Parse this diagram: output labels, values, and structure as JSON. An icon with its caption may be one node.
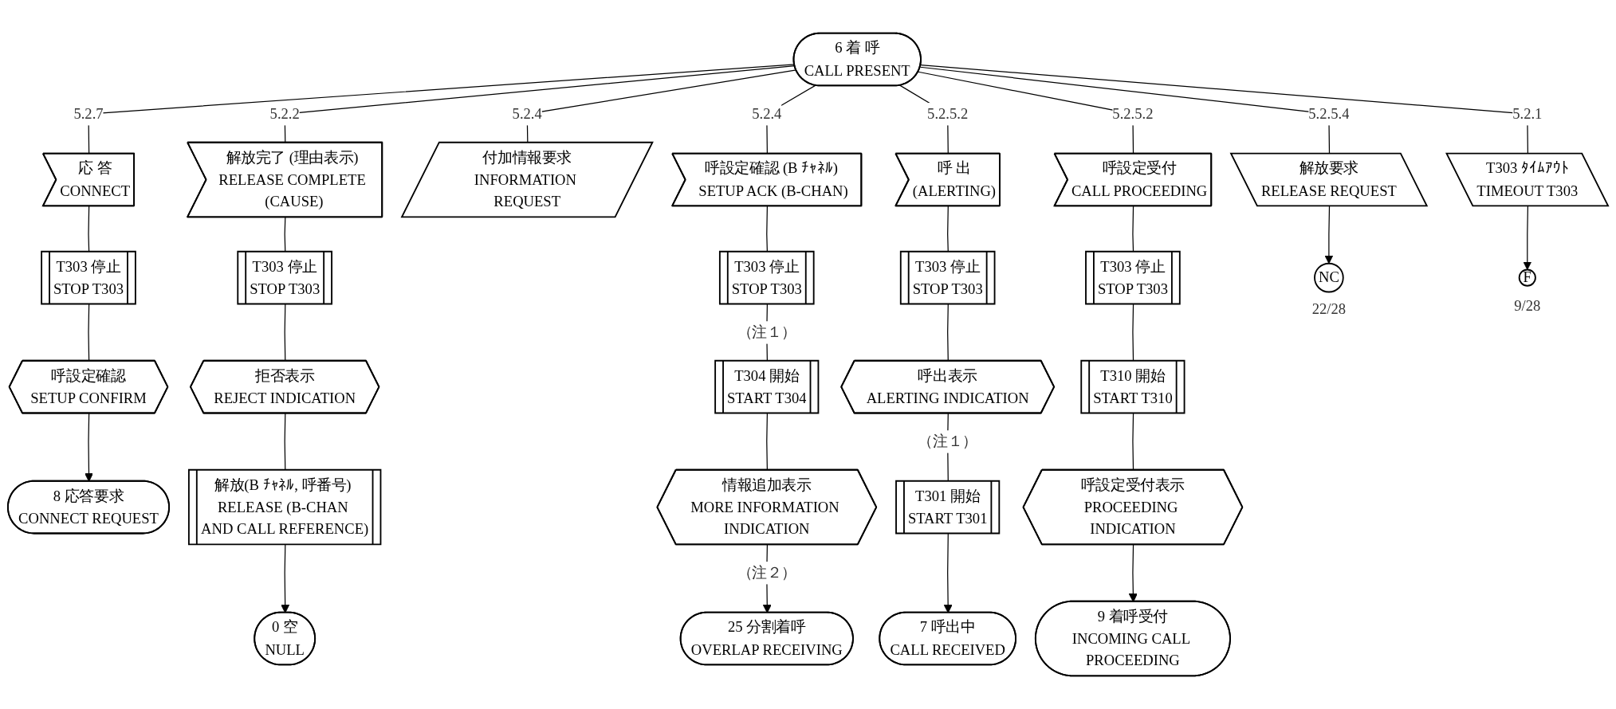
{
  "diagram": {
    "nodes": [
      {
        "text": [
          "6 着 呼",
          "CALL PRESENT"
        ]
      },
      {
        "text": [
          "応 答",
          "CONNECT"
        ]
      },
      {
        "text": [
          "T303 停止",
          "STOP T303"
        ]
      },
      {
        "text": [
          "呼設定確認",
          "SETUP CONFIRM"
        ]
      },
      {
        "text": [
          "8 応答要求",
          "CONNECT REQUEST"
        ]
      },
      {
        "text": [
          "解放完了 (理由表示) RELEASE COMPLETE (CAUSE)"
        ]
      },
      {
        "text": [
          "T303 停止",
          "STOP T303"
        ]
      },
      {
        "text": [
          "拒否表示",
          "REJECT INDICATION"
        ]
      },
      {
        "text": [
          "解放(B ﾁｬﾈﾙ, 呼番号) RELEASE (B-CHAN AND CALL REFERENCE)"
        ]
      },
      {
        "text": [
          "0 空",
          "NULL"
        ]
      },
      {
        "text": [
          "付加情報要求",
          "INFORMATION REQUEST"
        ]
      },
      {
        "text": [
          "呼設定確認 (B ﾁｬﾈﾙ) SETUP ACK (B-CHAN)"
        ]
      },
      {
        "text": [
          "T303 停止",
          "STOP T303"
        ]
      },
      {
        "text": [
          "T304 開始",
          "START T304"
        ]
      },
      {
        "text": [
          "情報追加表示",
          "MORE INFORMATION INDICATION"
        ]
      },
      {
        "text": [
          "25 分割着呼",
          "OVERLAP RECEIVING"
        ]
      },
      {
        "text": [
          "呼 出",
          "(ALERTING)"
        ]
      },
      {
        "text": [
          "T303 停止",
          "STOP T303"
        ]
      },
      {
        "text": [
          "呼出表示",
          "ALERTING INDICATION"
        ]
      },
      {
        "text": [
          "T301 開始",
          "START T301"
        ]
      },
      {
        "text": [
          "7 呼出中",
          "CALL RECEIVED"
        ]
      },
      {
        "text": [
          "呼設定受付",
          "CALL PROCEEDING"
        ]
      },
      {
        "text": [
          "T303 停止",
          "STOP T303"
        ]
      },
      {
        "text": [
          "T310 開始",
          "START T310"
        ]
      },
      {
        "text": [
          "呼設定受付表示",
          "PROCEEDING INDICATION"
        ]
      },
      {
        "text": [
          "9 着呼受付",
          "INCOMING CALL PROCEEDING"
        ]
      },
      {
        "text": [
          "解放要求",
          "RELEASE REQUEST"
        ]
      },
      {
        "text": [
          "NC"
        ],
        "beside": [
          "22/28"
        ]
      },
      {
        "text": [
          "T303 ﾀｲﾑｱｳﾄ",
          "TIMEOUT T303"
        ]
      },
      {
        "text": [
          "F"
        ],
        "beside": [
          "9/28"
        ]
      }
    ],
    "edges": [
      {
        "from": 0,
        "to": 1,
        "arrow": "none",
        "label": "5.2.7"
      },
      {
        "from": 1,
        "to": 2,
        "arrow": "none"
      },
      {
        "from": 2,
        "to": 3,
        "arrow": "none"
      },
      {
        "from": 3,
        "to": 4,
        "arrow": "to"
      },
      {
        "from": 0,
        "to": 5,
        "arrow": "none",
        "label": "5.2.2"
      },
      {
        "from": 5,
        "to": 6,
        "arrow": "none"
      },
      {
        "from": 6,
        "to": 7,
        "arrow": "none"
      },
      {
        "from": 7,
        "to": 8,
        "arrow": "none"
      },
      {
        "from": 8,
        "to": 9,
        "arrow": "to"
      },
      {
        "from": 0,
        "to": 10,
        "arrow": "none",
        "label": "5.2.4"
      },
      {
        "from": 0,
        "to": 11,
        "arrow": "none",
        "label": "5.2.4"
      },
      {
        "from": 11,
        "to": 12,
        "arrow": "none"
      },
      {
        "from": 12,
        "to": 13,
        "arrow": "none",
        "label": "（注１）"
      },
      {
        "from": 13,
        "to": 14,
        "arrow": "none"
      },
      {
        "from": 14,
        "to": 15,
        "arrow": "to",
        "label": "（注２）"
      },
      {
        "from": 0,
        "to": 16,
        "arrow": "none",
        "label": "5.2.5.2"
      },
      {
        "from": 16,
        "to": 17,
        "arrow": "none"
      },
      {
        "from": 17,
        "to": 18,
        "arrow": "none"
      },
      {
        "from": 18,
        "to": 19,
        "arrow": "none",
        "label": "（注１）"
      },
      {
        "from": 19,
        "to": 20,
        "arrow": "to"
      },
      {
        "from": 0,
        "to": 21,
        "arrow": "none",
        "label": "5.2.5.2"
      },
      {
        "from": 21,
        "to": 22,
        "arrow": "none"
      },
      {
        "from": 22,
        "to": 23,
        "arrow": "none"
      },
      {
        "from": 23,
        "to": 24,
        "arrow": "none"
      },
      {
        "from": 24,
        "to": 25,
        "arrow": "to"
      },
      {
        "from": 0,
        "to": 26,
        "arrow": "none",
        "label": "5.2.5.4"
      },
      {
        "from": 26,
        "to": 27,
        "arrow": "to"
      },
      {
        "from": 0,
        "to": 28,
        "arrow": "none",
        "label": "5.2.1"
      },
      {
        "from": 28,
        "to": 29,
        "arrow": "to"
      }
    ]
  }
}
